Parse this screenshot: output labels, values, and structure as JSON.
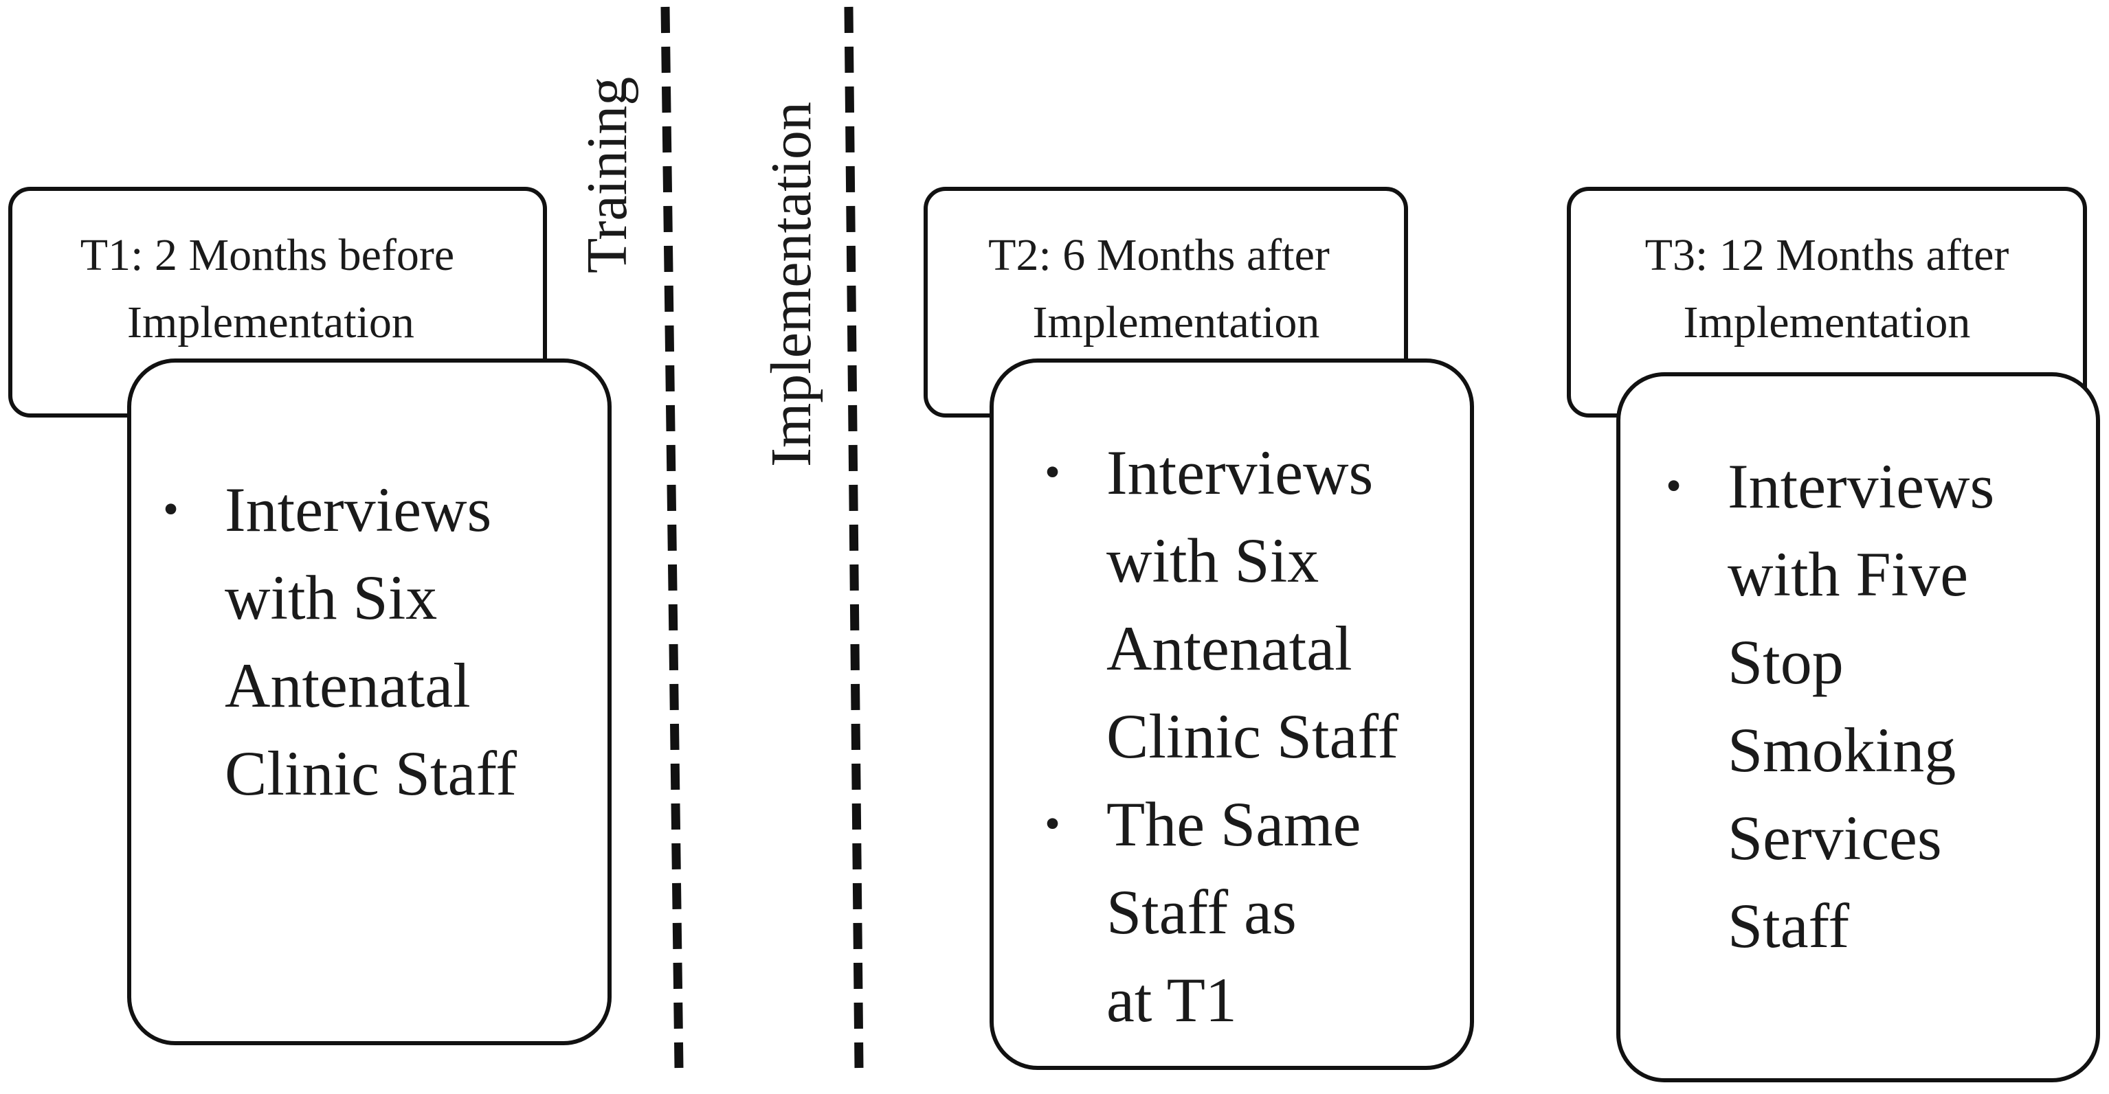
{
  "phases": {
    "training": "Training",
    "implementation": "Implementation"
  },
  "stages": [
    {
      "label_lines": [
        "T1: 2 Months before",
        "Implementation"
      ],
      "items": [
        [
          "Interviews",
          "with Six",
          "Antenatal",
          "Clinic Staff"
        ]
      ]
    },
    {
      "label_lines": [
        "T2: 6 Months after",
        "Implementation"
      ],
      "items": [
        [
          "Interviews",
          "with Six",
          "Antenatal",
          "Clinic Staff"
        ],
        [
          "The Same",
          "Staff as",
          "at T1"
        ]
      ]
    },
    {
      "label_lines": [
        "T3: 12 Months after",
        "Implementation"
      ],
      "items": [
        [
          "Interviews",
          "with Five",
          "Stop",
          "Smoking",
          "Services",
          "Staff"
        ]
      ]
    }
  ]
}
